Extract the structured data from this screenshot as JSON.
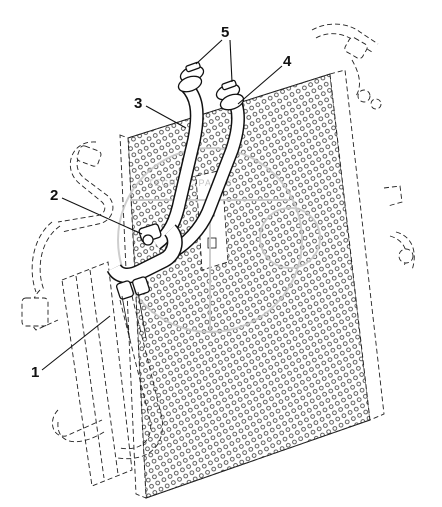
{
  "callouts": {
    "c1": "1",
    "c2": "2",
    "c3": "3",
    "c4": "4",
    "c5": "5"
  },
  "watermark": {
    "text": "TECHNIC PARTS"
  },
  "colors": {
    "line": "#111111",
    "background": "#ffffff",
    "watermark": "#c9c9c9"
  }
}
